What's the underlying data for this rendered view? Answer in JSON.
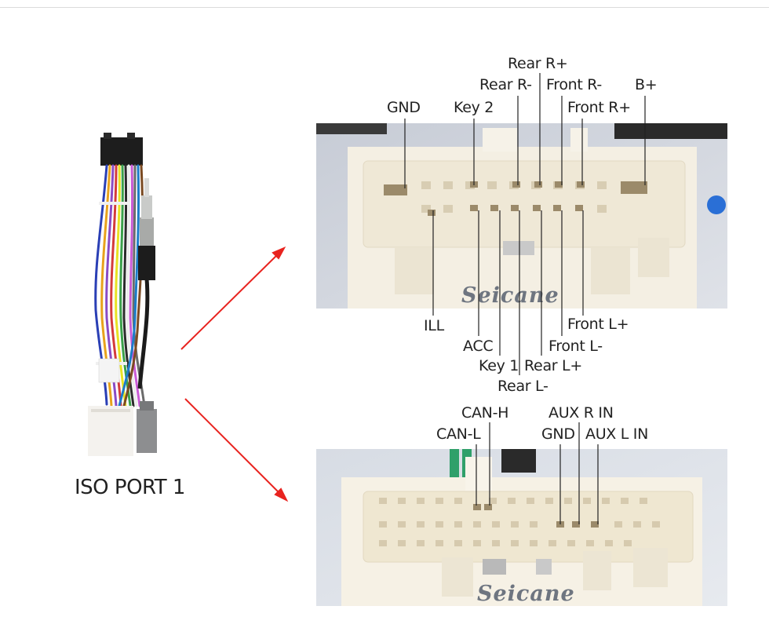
{
  "port": {
    "title": "ISO PORT 1"
  },
  "connector1": {
    "brand": "Seicane",
    "top_labels": {
      "rear_r_plus": "Rear R+",
      "rear_r_minus": "Rear R-",
      "front_r_minus": "Front R-",
      "b_plus": "B+",
      "gnd": "GND",
      "key2": "Key 2",
      "front_r_plus": "Front R+"
    },
    "bottom_labels": {
      "ill": "ILL",
      "front_l_plus": "Front L+",
      "acc": "ACC",
      "front_l_minus": "Front L-",
      "key1": "Key 1",
      "rear_l_plus": "Rear L+",
      "rear_l_minus": "Rear L-"
    }
  },
  "connector2": {
    "brand": "Seicane",
    "top_labels": {
      "can_h": "CAN-H",
      "aux_r_in": "AUX R IN",
      "can_l": "CAN-L",
      "gnd": "GND",
      "aux_l_in": "AUX L IN"
    }
  },
  "colors": {
    "arrow": "#e8231f",
    "leader": "#222222",
    "connector_body": "#f3eee4",
    "background_photo": "#cfd3dc"
  },
  "icons": [
    "wire-harness-image",
    "red-arrow-icon",
    "connector-photo"
  ]
}
